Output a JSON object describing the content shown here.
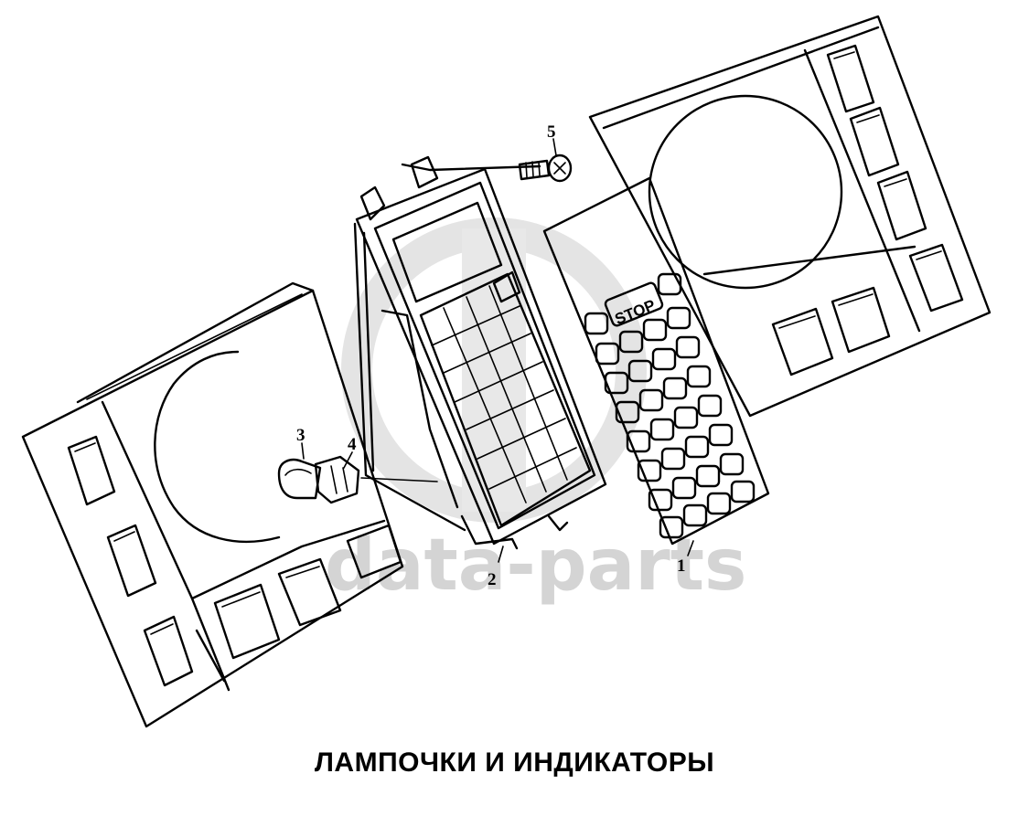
{
  "caption": "ЛАМПОЧКИ И ИНДИКАТОРЫ",
  "watermark": "data-parts",
  "keypad_label": "STOP",
  "callouts": {
    "decal": "1",
    "housing": "2",
    "bulb": "3",
    "socket": "4",
    "screw": "5"
  }
}
